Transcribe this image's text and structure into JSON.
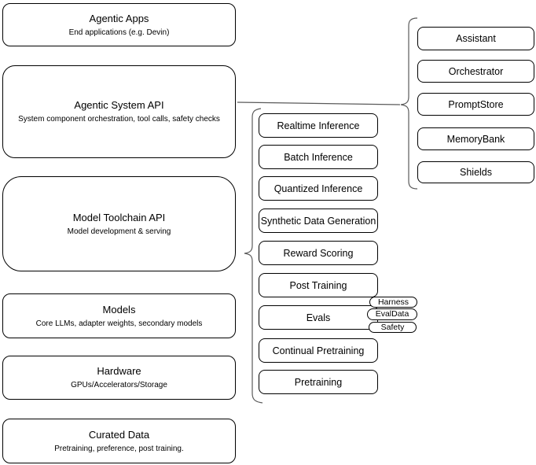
{
  "colors": {
    "background": "#ffffff",
    "node_fill": "#ffffff",
    "node_stroke": "#000000",
    "connector_stroke": "#5a5a5a"
  },
  "stack": {
    "items": [
      {
        "title": "Agentic Apps",
        "subtitle": "End applications (e.g. Devin)"
      },
      {
        "title": "Agentic System API",
        "subtitle": "System component orchestration, tool calls, safety checks"
      },
      {
        "title": "Model Toolchain API",
        "subtitle": "Model development & serving"
      },
      {
        "title": "Models",
        "subtitle": "Core LLMs, adapter weights, secondary models"
      },
      {
        "title": "Hardware",
        "subtitle": "GPUs/Accelerators/Storage"
      },
      {
        "title": "Curated Data",
        "subtitle": "Pretraining, preference, post training."
      }
    ]
  },
  "toolchain_services": {
    "items": [
      {
        "label": "Realtime Inference"
      },
      {
        "label": "Batch Inference"
      },
      {
        "label": "Quantized Inference"
      },
      {
        "label": "Synthetic Data Generation"
      },
      {
        "label": "Reward Scoring"
      },
      {
        "label": "Post Training"
      },
      {
        "label": "Evals"
      },
      {
        "label": "Continual Pretraining"
      },
      {
        "label": "Pretraining"
      }
    ]
  },
  "evals_tags": {
    "items": [
      {
        "label": "Harness"
      },
      {
        "label": "EvalData"
      },
      {
        "label": "Safety"
      }
    ]
  },
  "system_components": {
    "items": [
      {
        "label": "Assistant"
      },
      {
        "label": "Orchestrator"
      },
      {
        "label": "PromptStore"
      },
      {
        "label": "MemoryBank"
      },
      {
        "label": "Shields"
      }
    ]
  }
}
